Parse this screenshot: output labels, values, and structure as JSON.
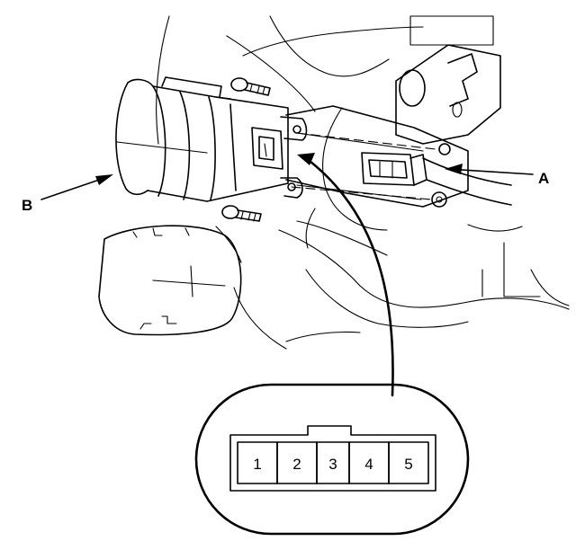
{
  "callouts": {
    "a": "A",
    "b": "B"
  },
  "connector": {
    "pins": [
      "1",
      "2",
      "3",
      "4",
      "5"
    ]
  }
}
